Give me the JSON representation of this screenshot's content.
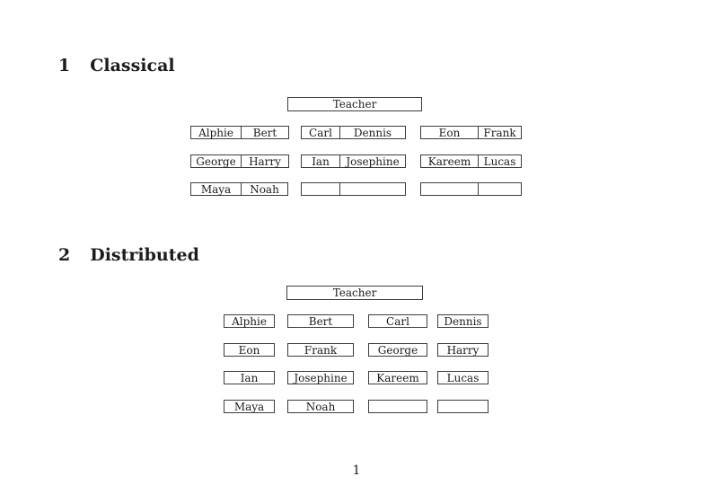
{
  "colors": {
    "border": "#3d3d3d",
    "text": "#1c1c1c",
    "background": "#ffffff"
  },
  "page": {
    "footer_page_number": "1"
  },
  "sections": [
    {
      "number": "1",
      "title": "Classical",
      "teacher_label": "Teacher",
      "desk_rows": [
        [
          [
            "Alphie",
            "Bert"
          ],
          [
            "Carl",
            "Dennis"
          ],
          [
            "Eon",
            "Frank"
          ]
        ],
        [
          [
            "George",
            "Harry"
          ],
          [
            "Ian",
            "Josephine"
          ],
          [
            "Kareem",
            "Lucas"
          ]
        ],
        [
          [
            "Maya",
            "Noah"
          ],
          [
            "",
            ""
          ],
          [
            "",
            ""
          ]
        ]
      ]
    },
    {
      "number": "2",
      "title": "Distributed",
      "teacher_label": "Teacher",
      "desk_rows": [
        [
          "Alphie",
          "Bert",
          "Carl",
          "Dennis"
        ],
        [
          "Eon",
          "Frank",
          "George",
          "Harry"
        ],
        [
          "Ian",
          "Josephine",
          "Kareem",
          "Lucas"
        ],
        [
          "Maya",
          "Noah",
          "",
          ""
        ]
      ]
    }
  ]
}
